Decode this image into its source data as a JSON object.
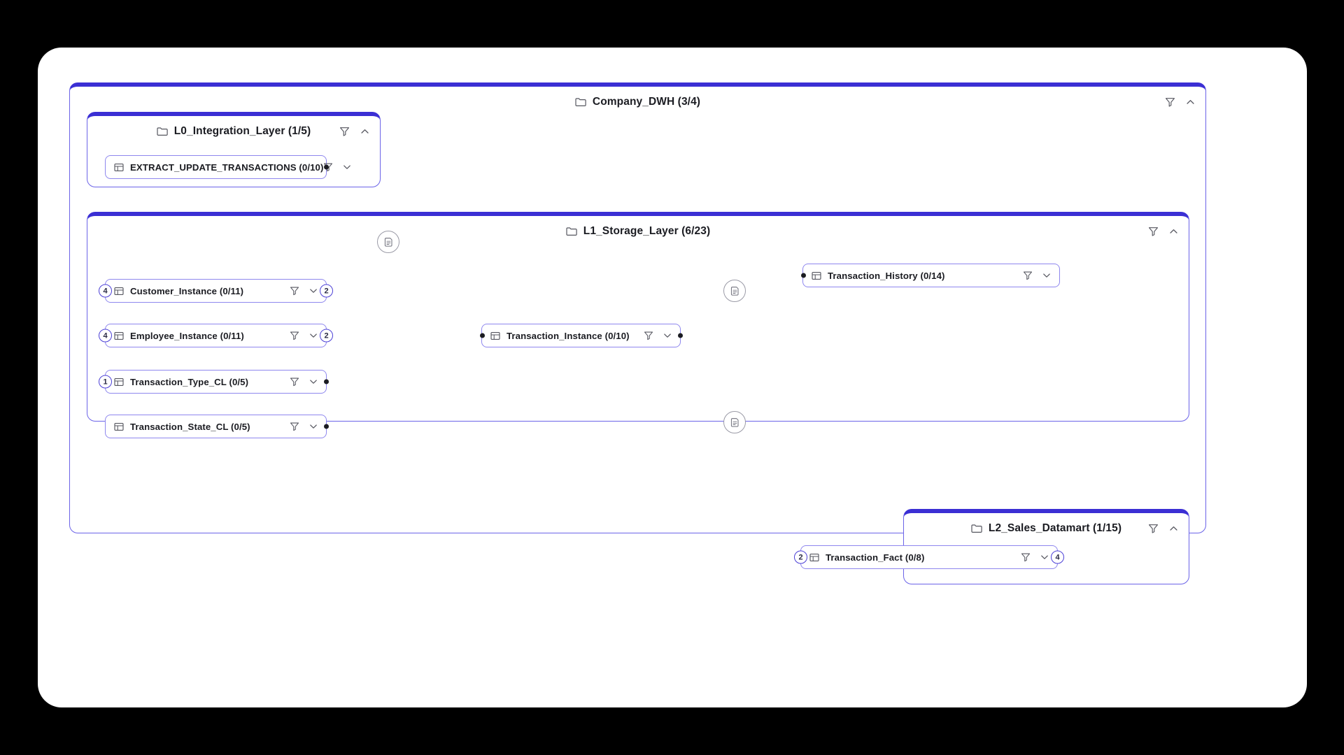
{
  "canvas": {
    "background": "#000000",
    "surface": "#ffffff",
    "accent": "#3b2fd4",
    "node_border": "#8e87ee",
    "badge_border": "#4b3fd6",
    "edge_color": "#9a9aa6"
  },
  "groups": [
    {
      "id": "company-dwh",
      "name": "Company_DWH (3/4)",
      "icon": "folder-icon",
      "filter_icon": "filter-icon",
      "collapse_icon": "chevron-up-icon"
    },
    {
      "id": "l0-integration-layer",
      "name": "L0_Integration_Layer (1/5)",
      "icon": "folder-icon",
      "filter_icon": "filter-icon",
      "collapse_icon": "chevron-up-icon"
    },
    {
      "id": "l1-storage-layer",
      "name": "L1_Storage_Layer (6/23)",
      "icon": "folder-icon",
      "filter_icon": "filter-icon",
      "collapse_icon": "chevron-up-icon"
    },
    {
      "id": "l2-sales-datamart",
      "name": "L2_Sales_Datamart (1/15)",
      "icon": "folder-icon",
      "filter_icon": "filter-icon",
      "collapse_icon": "chevron-up-icon"
    }
  ],
  "nodes": [
    {
      "id": "extract-update-transactions",
      "label": "EXTRACT_UPDATE_TRANSACTIONS (0/10)",
      "group": "l0-integration-layer",
      "icon": "table-icon",
      "filter_icon": "filter-icon",
      "expand_icon": "chevron-down-icon",
      "left_badge": null,
      "right_badge": null,
      "left_port": false,
      "right_port": true
    },
    {
      "id": "customer-instance",
      "label": "Customer_Instance (0/11)",
      "group": "l1-storage-layer",
      "icon": "table-icon",
      "filter_icon": "filter-icon",
      "expand_icon": "chevron-down-icon",
      "left_badge": "4",
      "right_badge": "2",
      "left_port": false,
      "right_port": false
    },
    {
      "id": "employee-instance",
      "label": "Employee_Instance (0/11)",
      "group": "l1-storage-layer",
      "icon": "table-icon",
      "filter_icon": "filter-icon",
      "expand_icon": "chevron-down-icon",
      "left_badge": "4",
      "right_badge": "2",
      "left_port": false,
      "right_port": false
    },
    {
      "id": "transaction-type-cl",
      "label": "Transaction_Type_CL (0/5)",
      "group": "l1-storage-layer",
      "icon": "table-icon",
      "filter_icon": "filter-icon",
      "expand_icon": "chevron-down-icon",
      "left_badge": "1",
      "right_badge": null,
      "left_port": false,
      "right_port": true
    },
    {
      "id": "transaction-state-cl",
      "label": "Transaction_State_CL (0/5)",
      "group": "l1-storage-layer",
      "icon": "table-icon",
      "filter_icon": "filter-icon",
      "expand_icon": "chevron-down-icon",
      "left_badge": null,
      "right_badge": null,
      "left_port": false,
      "right_port": true
    },
    {
      "id": "transaction-instance",
      "label": "Transaction_Instance (0/10)",
      "group": "l1-storage-layer",
      "icon": "table-icon",
      "filter_icon": "filter-icon",
      "expand_icon": "chevron-down-icon",
      "left_badge": null,
      "right_badge": null,
      "left_port": true,
      "right_port": true
    },
    {
      "id": "transaction-history",
      "label": "Transaction_History (0/14)",
      "group": "l1-storage-layer",
      "icon": "table-icon",
      "filter_icon": "filter-icon",
      "expand_icon": "chevron-down-icon",
      "left_badge": null,
      "right_badge": null,
      "left_port": true,
      "right_port": false
    },
    {
      "id": "transaction-fact",
      "label": "Transaction_Fact (0/8)",
      "group": "l2-sales-datamart",
      "icon": "table-icon",
      "filter_icon": "filter-icon",
      "expand_icon": "chevron-down-icon",
      "left_badge": "2",
      "right_badge": "4",
      "left_port": false,
      "right_port": false
    }
  ],
  "edge_markers": [
    {
      "id": "marker-extract-to-instance",
      "icon": "script-icon"
    },
    {
      "id": "marker-instance-to-history",
      "icon": "script-icon"
    },
    {
      "id": "marker-instance-to-fact",
      "icon": "script-icon"
    }
  ]
}
